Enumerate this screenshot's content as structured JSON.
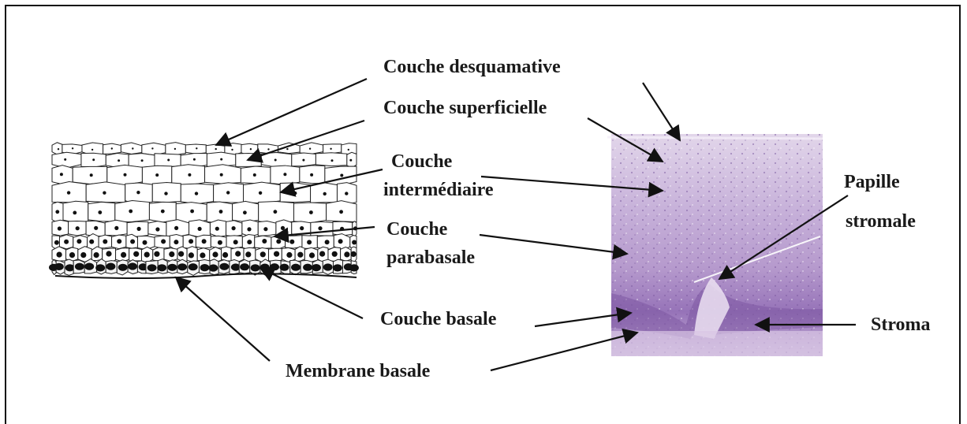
{
  "labels": {
    "couche_desquamative": "Couche desquamative",
    "couche_superficielle": "Couche superficielle",
    "couche_intermediaire_1": "Couche",
    "couche_intermediaire_2": "intermédiaire",
    "couche_parabasale_1": "Couche",
    "couche_parabasale_2": "parabasale",
    "couche_basale": "Couche basale",
    "membrane_basale": "Membrane basale",
    "papille_stromale_1": "Papille",
    "papille_stromale_2": "stromale",
    "stroma": "Stroma"
  },
  "colors": {
    "ink": "#1a1a1a",
    "histology_light": "#cdb7dc",
    "histology_mid": "#b395cc",
    "histology_dark": "#8e6ab0"
  }
}
